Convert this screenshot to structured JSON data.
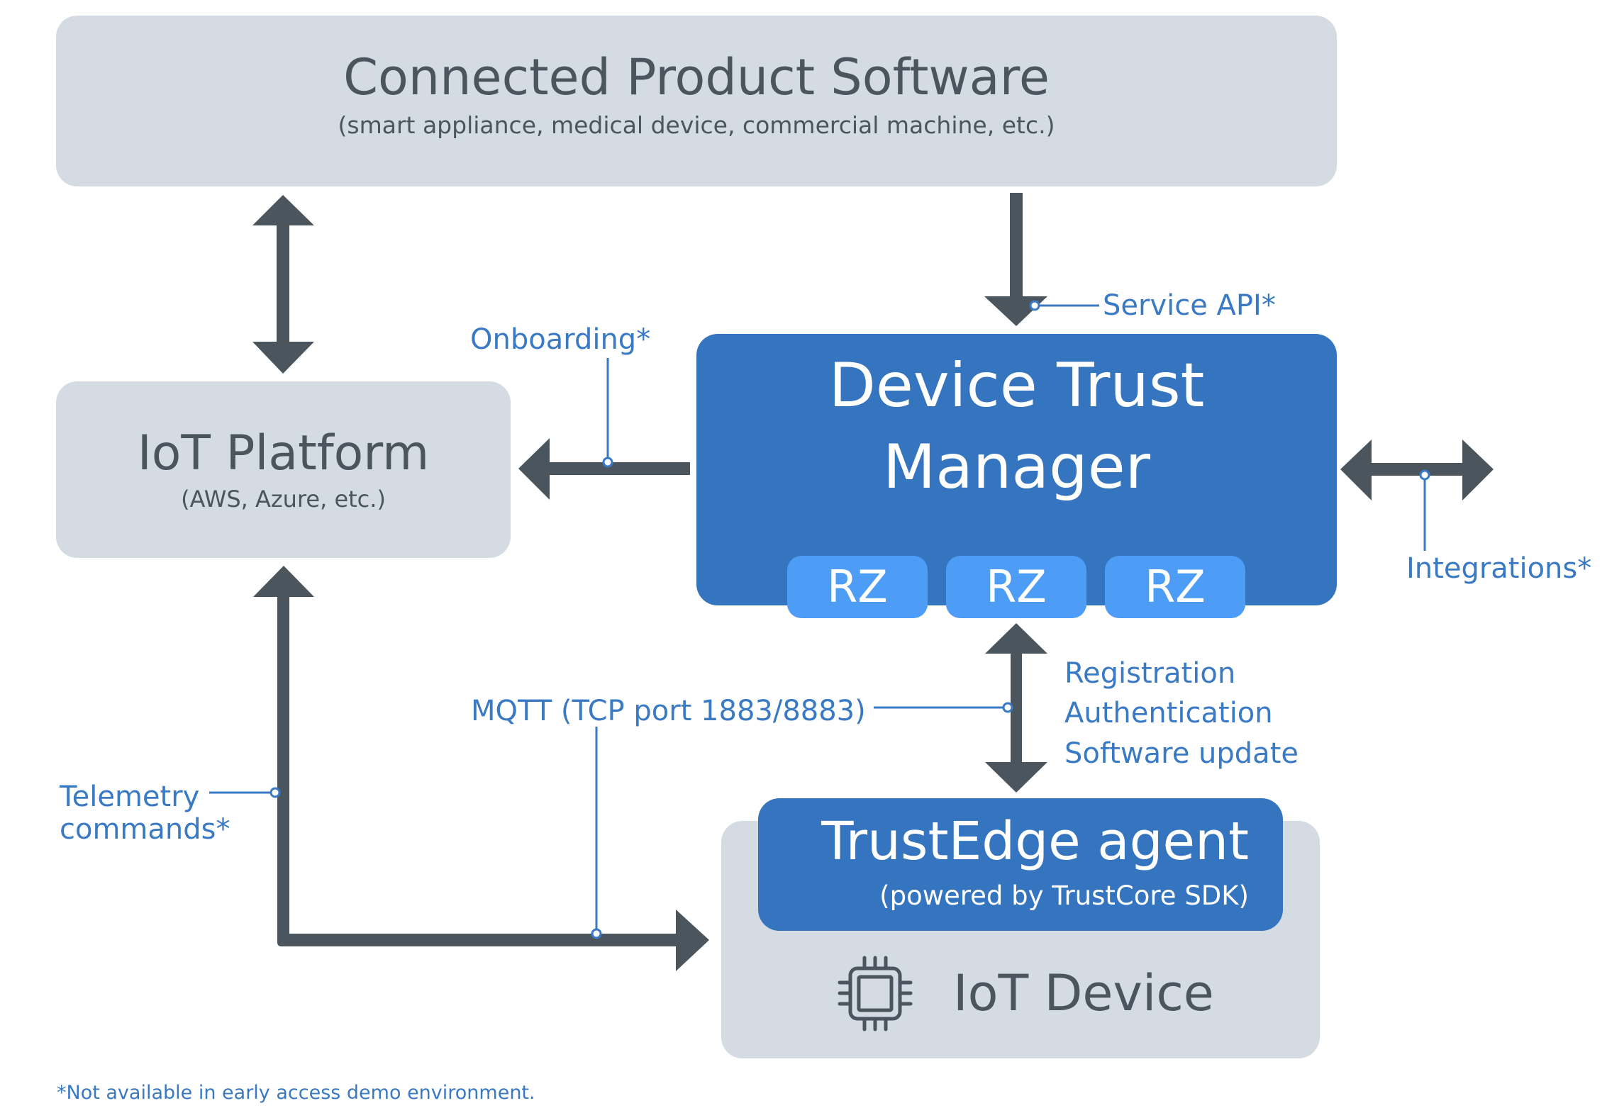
{
  "colors": {
    "box_gray": "#d4dbe2",
    "box_blue": "#3574bf",
    "rz_blue": "#4d9cf5",
    "arrow_dark": "#4a555e",
    "label_blue": "#3a7ac4",
    "text_dark": "#4a555e"
  },
  "connected_product": {
    "title": "Connected Product Software",
    "subtitle": "(smart appliance, medical device, commercial machine, etc.)"
  },
  "iot_platform": {
    "title": "IoT Platform",
    "subtitle": "(AWS, Azure, etc.)"
  },
  "device_trust_manager": {
    "title_line1": "Device Trust",
    "title_line2": "Manager",
    "rz_tabs": [
      "RZ",
      "RZ",
      "RZ"
    ]
  },
  "trustedge_agent": {
    "title": "TrustEdge agent",
    "subtitle": "(powered by TrustCore SDK)"
  },
  "iot_device": {
    "title": "IoT Device",
    "icon": "cpu-chip-icon"
  },
  "labels": {
    "service_api": "Service API*",
    "onboarding": "Onboarding*",
    "integrations": "Integrations*",
    "mqtt": "MQTT (TCP port 1883/8883)",
    "telemetry_line1": "Telemetry",
    "telemetry_line2": "commands*",
    "device_ops": [
      "Registration",
      "Authentication",
      "Software update"
    ]
  },
  "footnote": "*Not available in early access demo environment."
}
